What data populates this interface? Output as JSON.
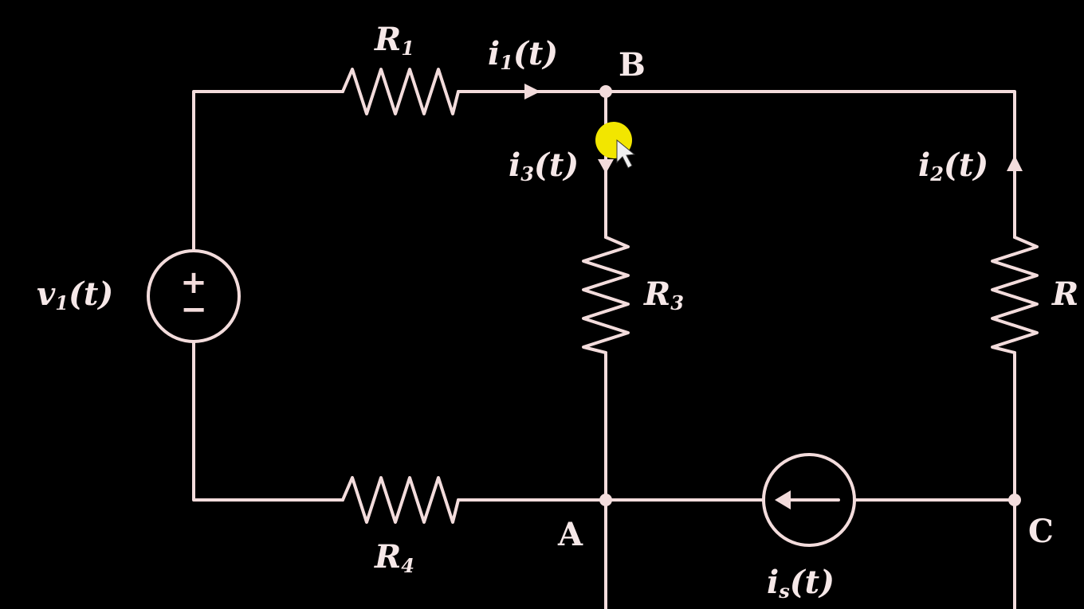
{
  "resistors": {
    "r1": {
      "name": "R",
      "sub": "1"
    },
    "r2": {
      "name": "R",
      "sub": ""
    },
    "r3": {
      "name": "R",
      "sub": "3"
    },
    "r4": {
      "name": "R",
      "sub": "4"
    }
  },
  "currents": {
    "i1": {
      "name": "i",
      "sub": "1",
      "arg": "(t)"
    },
    "i2": {
      "name": "i",
      "sub": "2",
      "arg": "(t)"
    },
    "i3": {
      "name": "i",
      "sub": "3",
      "arg": "(t)"
    },
    "is": {
      "name": "i",
      "sub": "s",
      "arg": "(t)"
    }
  },
  "sources": {
    "v1": {
      "name": "v",
      "sub": "1",
      "arg": "(t)",
      "plus": "+",
      "minus": "−"
    }
  },
  "nodes": {
    "a": "A",
    "b": "B",
    "c": "C"
  },
  "colors": {
    "wire": "#f3dcdc",
    "background": "#000000",
    "cursor_highlight": "#f2e600"
  }
}
